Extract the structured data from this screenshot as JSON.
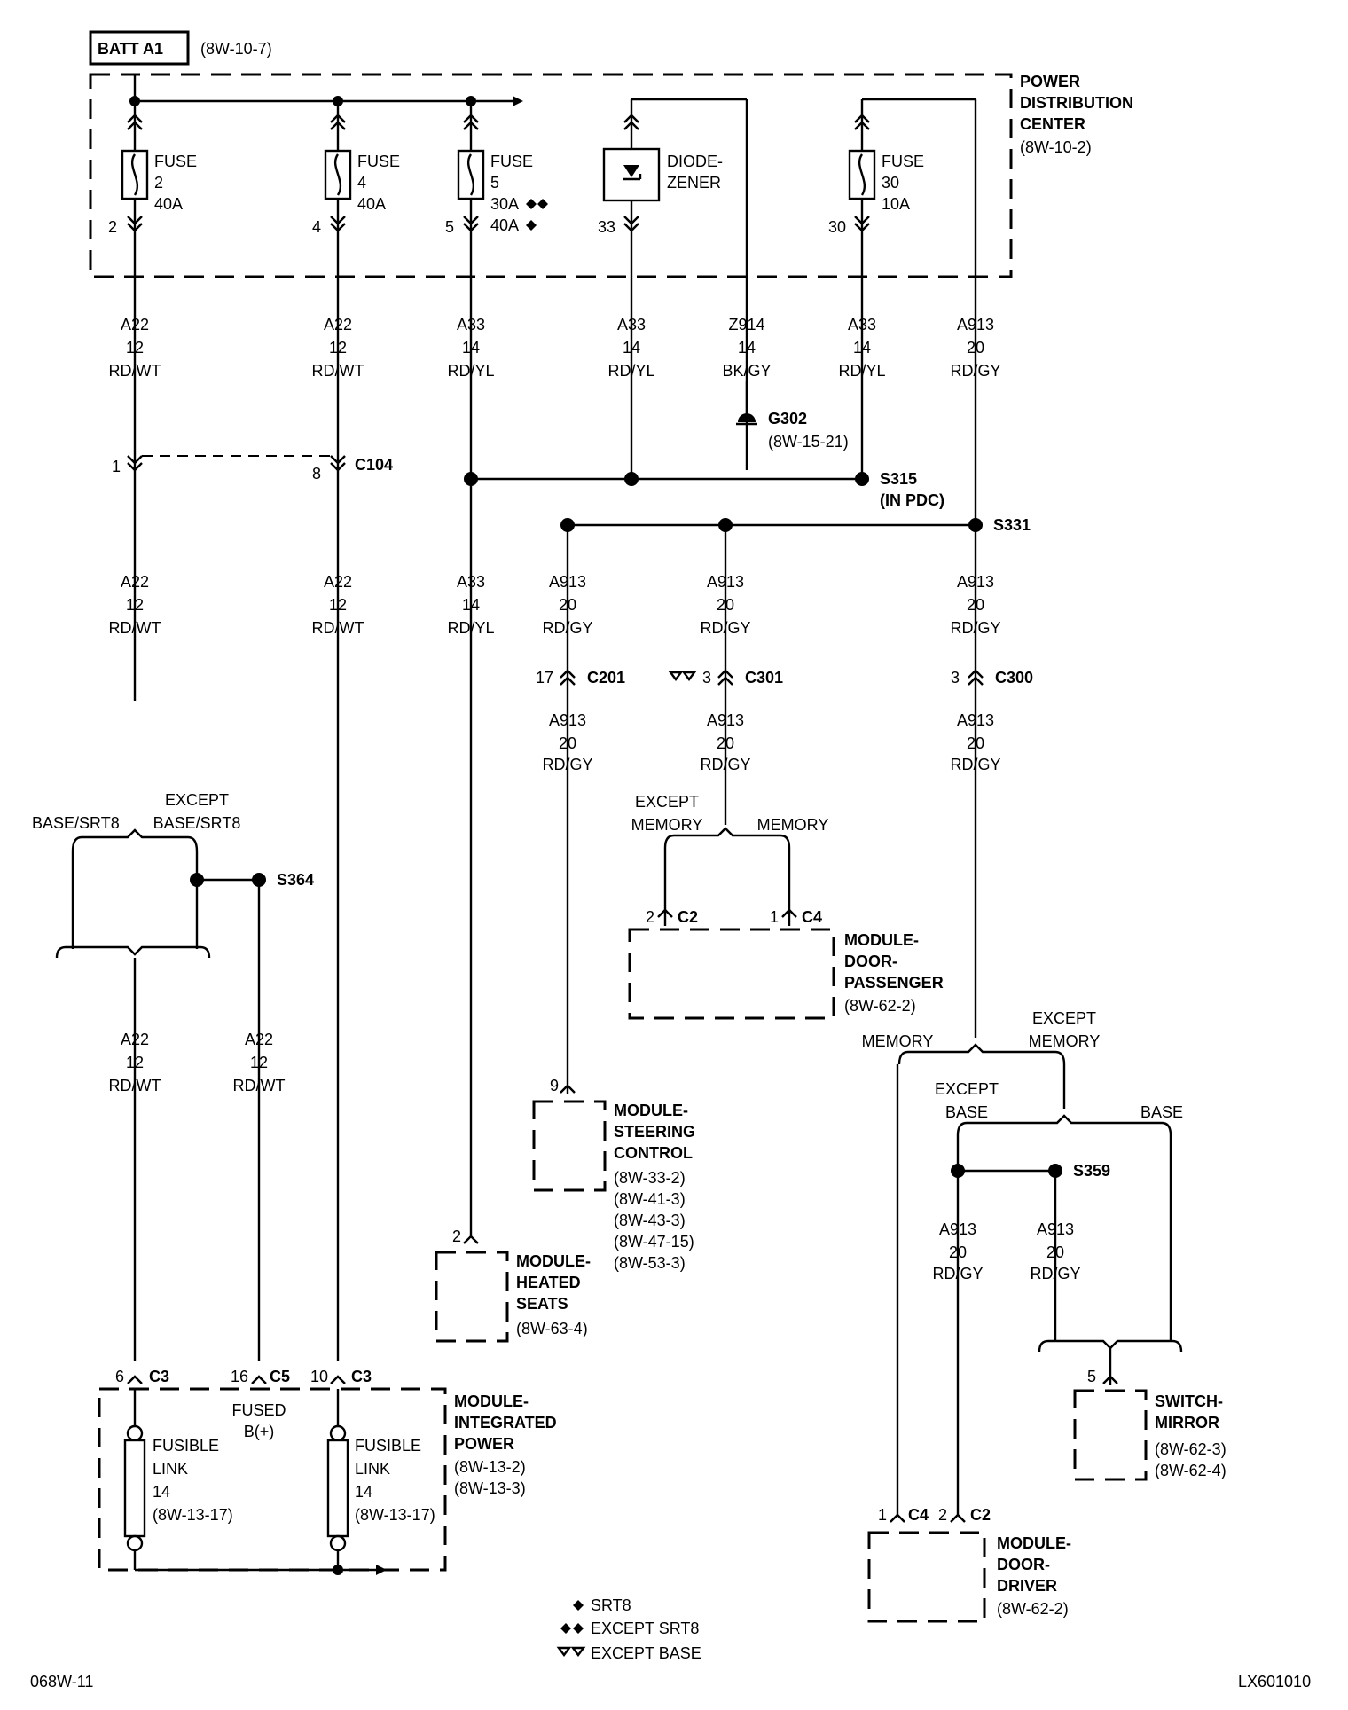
{
  "batt": {
    "label": "BATT A1",
    "ref": "(8W-10-7)"
  },
  "pdc": {
    "l1": "POWER",
    "l2": "DISTRIBUTION",
    "l3": "CENTER",
    "ref": "(8W-10-2)"
  },
  "fuses": {
    "f2": {
      "name": "FUSE",
      "num": "2",
      "amp": "40A",
      "pin": "2"
    },
    "f4": {
      "name": "FUSE",
      "num": "4",
      "amp": "40A",
      "pin": "4"
    },
    "f5": {
      "name": "FUSE",
      "num": "5",
      "amp1": "30A",
      "amp2": "40A",
      "pin": "5"
    },
    "f30": {
      "name": "FUSE",
      "num": "30",
      "amp": "10A",
      "pin": "30"
    }
  },
  "diode": {
    "l1": "DIODE-",
    "l2": "ZENER",
    "pin": "33"
  },
  "wires": {
    "w1": {
      "c": "A22",
      "g": "12",
      "col": "RD/WT"
    },
    "w2": {
      "c": "A22",
      "g": "12",
      "col": "RD/WT"
    },
    "w3": {
      "c": "A33",
      "g": "14",
      "col": "RD/YL"
    },
    "w4": {
      "c": "A33",
      "g": "14",
      "col": "RD/YL"
    },
    "w5": {
      "c": "Z914",
      "g": "14",
      "col": "BK/GY"
    },
    "w6": {
      "c": "A33",
      "g": "14",
      "col": "RD/YL"
    },
    "w7": {
      "c": "A913",
      "g": "20",
      "col": "RD/GY"
    },
    "w8": {
      "c": "A22",
      "g": "12",
      "col": "RD/WT"
    },
    "w9": {
      "c": "A22",
      "g": "12",
      "col": "RD/WT"
    },
    "w10": {
      "c": "A33",
      "g": "14",
      "col": "RD/YL"
    },
    "w11": {
      "c": "A913",
      "g": "20",
      "col": "RD/GY"
    },
    "w12": {
      "c": "A913",
      "g": "20",
      "col": "RD/GY"
    },
    "w13": {
      "c": "A913",
      "g": "20",
      "col": "RD/GY"
    },
    "w14": {
      "c": "A913",
      "g": "20",
      "col": "RD/GY"
    },
    "w15": {
      "c": "A913",
      "g": "20",
      "col": "RD/GY"
    },
    "w16": {
      "c": "A913",
      "g": "20",
      "col": "RD/GY"
    },
    "w17": {
      "c": "A22",
      "g": "12",
      "col": "RD/WT"
    },
    "w18": {
      "c": "A22",
      "g": "12",
      "col": "RD/WT"
    },
    "w19": {
      "c": "A913",
      "g": "20",
      "col": "RD/GY"
    },
    "w20": {
      "c": "A913",
      "g": "20",
      "col": "RD/GY"
    }
  },
  "ground": {
    "name": "G302",
    "ref": "(8W-15-21)"
  },
  "c104": {
    "name": "C104",
    "pin_a": "1",
    "pin_b": "8"
  },
  "s315": {
    "name": "S315",
    "sub": "(IN PDC)"
  },
  "s331": {
    "name": "S331"
  },
  "s364": {
    "name": "S364"
  },
  "s359": {
    "name": "S359"
  },
  "c201": {
    "name": "C201",
    "pin": "17"
  },
  "c301": {
    "name": "C301",
    "pin": "3"
  },
  "c300": {
    "name": "C300",
    "pin": "3"
  },
  "branch_left": {
    "a": "BASE/SRT8",
    "b1": "EXCEPT",
    "b2": "BASE/SRT8"
  },
  "branch_pass": {
    "a1": "EXCEPT",
    "a2": "MEMORY",
    "b": "MEMORY"
  },
  "branch_drv": {
    "a": "MEMORY",
    "b1": "EXCEPT",
    "b2": "MEMORY"
  },
  "branch_base": {
    "a1": "EXCEPT",
    "a2": "BASE",
    "b": "BASE"
  },
  "door_pass": {
    "l1": "MODULE-",
    "l2": "DOOR-",
    "l3": "PASSENGER",
    "ref": "(8W-62-2)",
    "pin_a": "2",
    "conn_a": "C2",
    "pin_b": "1",
    "conn_b": "C4"
  },
  "steering": {
    "l1": "MODULE-",
    "l2": "STEERING",
    "l3": "CONTROL",
    "refs": [
      "(8W-33-2)",
      "(8W-41-3)",
      "(8W-43-3)",
      "(8W-47-15)",
      "(8W-53-3)"
    ],
    "pin": "9"
  },
  "heated": {
    "l1": "MODULE-",
    "l2": "HEATED",
    "l3": "SEATS",
    "ref": "(8W-63-4)",
    "pin": "2"
  },
  "mip": {
    "l1": "MODULE-",
    "l2": "INTEGRATED",
    "l3": "POWER",
    "ref1": "(8W-13-2)",
    "ref2": "(8W-13-3)",
    "pin1": "6",
    "conn1": "C3",
    "pin2": "16",
    "conn2": "C5",
    "pin3": "10",
    "conn3": "C3",
    "fused1": "FUSED",
    "fused2": "B(+)",
    "fl1": {
      "a": "FUSIBLE",
      "b": "LINK",
      "c": "14",
      "d": "(8W-13-17)"
    },
    "fl2": {
      "a": "FUSIBLE",
      "b": "LINK",
      "c": "14",
      "d": "(8W-13-17)"
    }
  },
  "mirror": {
    "l1": "SWITCH-",
    "l2": "MIRROR",
    "ref1": "(8W-62-3)",
    "ref2": "(8W-62-4)",
    "pin": "5"
  },
  "door_drv": {
    "l1": "MODULE-",
    "l2": "DOOR-",
    "l3": "DRIVER",
    "ref": "(8W-62-2)",
    "pin_a": "1",
    "conn_a": "C4",
    "pin_b": "2",
    "conn_b": "C2"
  },
  "legend": {
    "srt8": "SRT8",
    "except_srt8": "EXCEPT SRT8",
    "except_base": "EXCEPT BASE"
  },
  "footer": {
    "left": "068W-11",
    "right": "LX601010"
  }
}
